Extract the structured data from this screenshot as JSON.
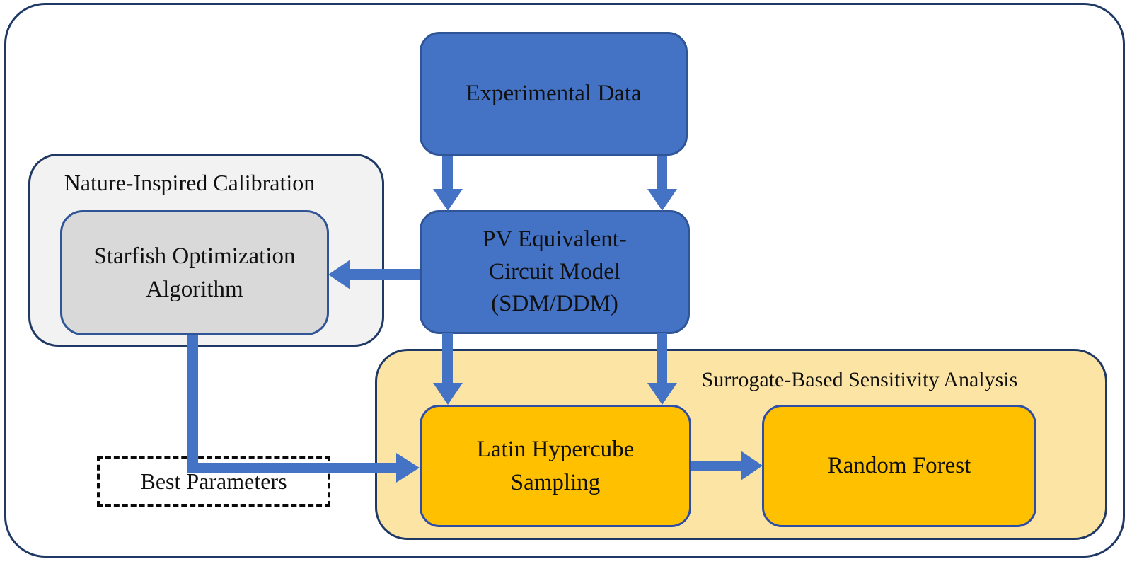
{
  "diagram": {
    "nodes": {
      "experimental_data": {
        "label": "Experimental Data"
      },
      "pv_model": {
        "label": "PV Equivalent-\nCircuit Model\n(SDM/DDM)"
      },
      "starfish": {
        "label": "Starfish Optimization\nAlgorithm"
      },
      "latin_hypercube": {
        "label": "Latin Hypercube\nSampling"
      },
      "random_forest": {
        "label": "Random Forest"
      },
      "best_parameters": {
        "label": "Best Parameters"
      }
    },
    "containers": {
      "nature_inspired": {
        "label": "Nature-Inspired Calibration"
      },
      "surrogate": {
        "label": "Surrogate-Based Sensitivity Analysis"
      }
    },
    "edges": [
      {
        "from": "experimental_data",
        "to": "pv_model",
        "side": "left"
      },
      {
        "from": "experimental_data",
        "to": "pv_model",
        "side": "right"
      },
      {
        "from": "pv_model",
        "to": "starfish"
      },
      {
        "from": "pv_model",
        "to": "latin_hypercube",
        "side": "left"
      },
      {
        "from": "pv_model",
        "to": "latin_hypercube",
        "side": "right"
      },
      {
        "from": "starfish",
        "to": "latin_hypercube",
        "via": "best_parameters"
      },
      {
        "from": "latin_hypercube",
        "to": "random_forest"
      }
    ],
    "colors": {
      "node_blue_fill": "#4472C4",
      "node_blue_border": "#2F5597",
      "node_orange_fill": "#FFC000",
      "node_orange_border": "#2E4DA7",
      "node_gray_fill": "#D9D9D9",
      "container_gray_fill": "#F2F2F2",
      "container_yellow_fill": "#FCE5A4",
      "container_border": "#1F3864",
      "outer_border": "#1F3864",
      "arrow": "#4472C4",
      "dashed_border": "#0A0A0A",
      "text": "#101010"
    }
  }
}
